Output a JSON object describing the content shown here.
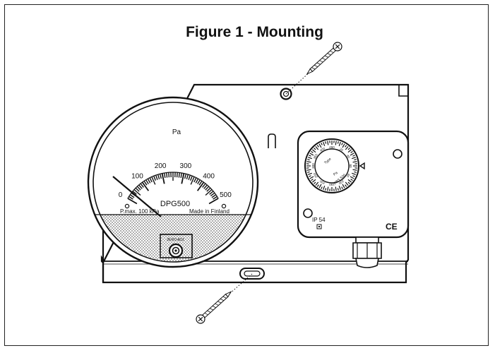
{
  "figure": {
    "title": "Figure 1 - Mounting"
  },
  "gauge": {
    "unit": "Pa",
    "scale": [
      0,
      500
    ],
    "scale_labels": [
      "0",
      "100",
      "200",
      "300",
      "400",
      "500"
    ],
    "model": "DPG500",
    "pmax": "P.max. 100 kPa",
    "origin": "Made in Finland",
    "zero_adjust": "ZERO ADJ."
  },
  "switch": {
    "dial_labels": [
      "20",
      "40",
      "60",
      "80",
      "100",
      "150",
      "200",
      "250",
      "300",
      "350",
      "400",
      "450"
    ],
    "inner_labels": [
      "Type",
      "Pa",
      "DPS 500"
    ],
    "ip_rating": "IP 54",
    "mark": "CE"
  }
}
